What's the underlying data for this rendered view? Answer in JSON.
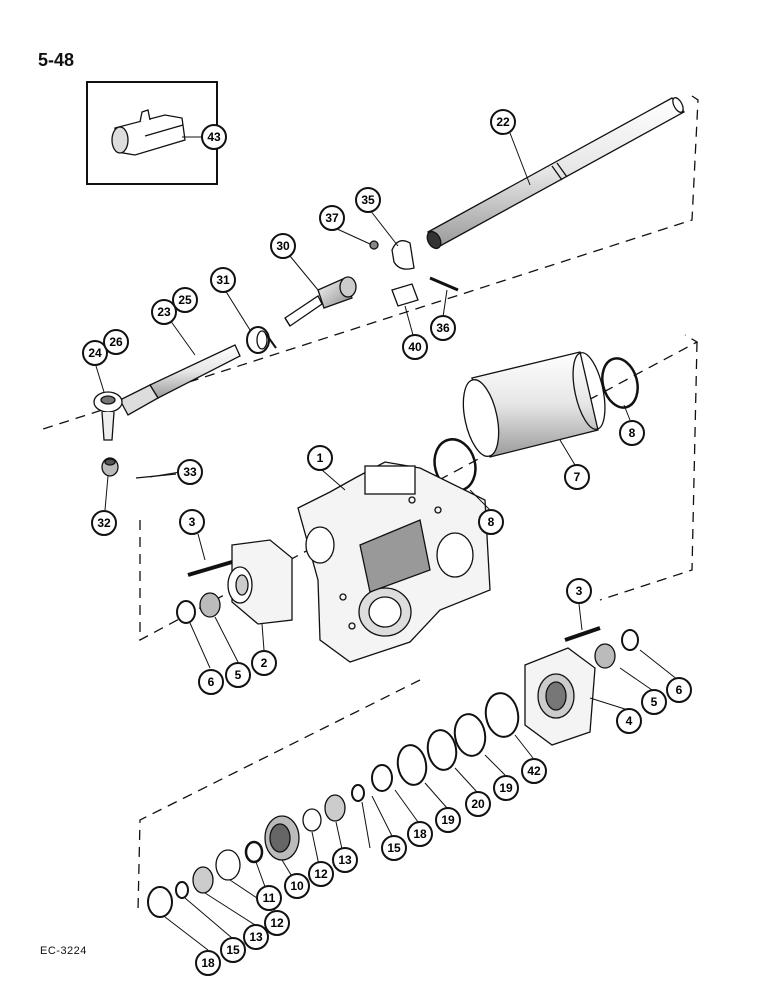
{
  "page": {
    "number": "5-48",
    "reference": "EC-3224"
  },
  "inset": {
    "callout": "43"
  },
  "callouts": [
    {
      "id": "c43",
      "label": "43"
    },
    {
      "id": "c22",
      "label": "22"
    },
    {
      "id": "c35",
      "label": "35"
    },
    {
      "id": "c37",
      "label": "37"
    },
    {
      "id": "c30",
      "label": "30"
    },
    {
      "id": "c31",
      "label": "31"
    },
    {
      "id": "c23",
      "label": "23"
    },
    {
      "id": "c25",
      "label": "25"
    },
    {
      "id": "c24",
      "label": "24"
    },
    {
      "id": "c26",
      "label": "26"
    },
    {
      "id": "c36",
      "label": "36"
    },
    {
      "id": "c40",
      "label": "40"
    },
    {
      "id": "c8a",
      "label": "8"
    },
    {
      "id": "c7",
      "label": "7"
    },
    {
      "id": "c8b",
      "label": "8"
    },
    {
      "id": "c1",
      "label": "1"
    },
    {
      "id": "c33",
      "label": "33"
    },
    {
      "id": "c32",
      "label": "32"
    },
    {
      "id": "c3a",
      "label": "3"
    },
    {
      "id": "c6a",
      "label": "6"
    },
    {
      "id": "c5a",
      "label": "5"
    },
    {
      "id": "c2",
      "label": "2"
    },
    {
      "id": "c3b",
      "label": "3"
    },
    {
      "id": "c6b",
      "label": "6"
    },
    {
      "id": "c5b",
      "label": "5"
    },
    {
      "id": "c4",
      "label": "4"
    },
    {
      "id": "c42",
      "label": "42"
    },
    {
      "id": "c19a",
      "label": "19"
    },
    {
      "id": "c20",
      "label": "20"
    },
    {
      "id": "c19b",
      "label": "19"
    },
    {
      "id": "c18a",
      "label": "18"
    },
    {
      "id": "c15a",
      "label": "15"
    },
    {
      "id": "c13a",
      "label": "13"
    },
    {
      "id": "c12a",
      "label": "12"
    },
    {
      "id": "c10",
      "label": "10"
    },
    {
      "id": "c11",
      "label": "11"
    },
    {
      "id": "c12b",
      "label": "12"
    },
    {
      "id": "c13b",
      "label": "13"
    },
    {
      "id": "c15b",
      "label": "15"
    },
    {
      "id": "c18b",
      "label": "18"
    }
  ]
}
